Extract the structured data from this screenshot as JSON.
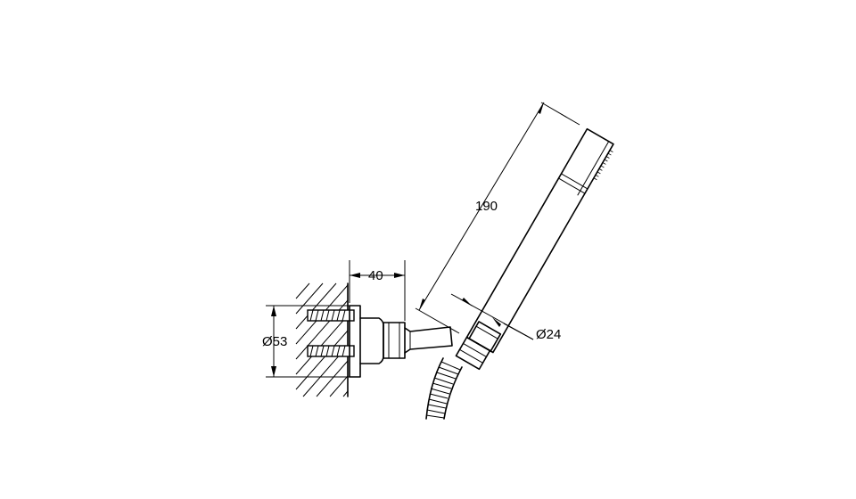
{
  "dimensions": {
    "length": "190",
    "projection": "40",
    "diameter_head": "Ø24",
    "diameter_flange": "Ø53"
  }
}
